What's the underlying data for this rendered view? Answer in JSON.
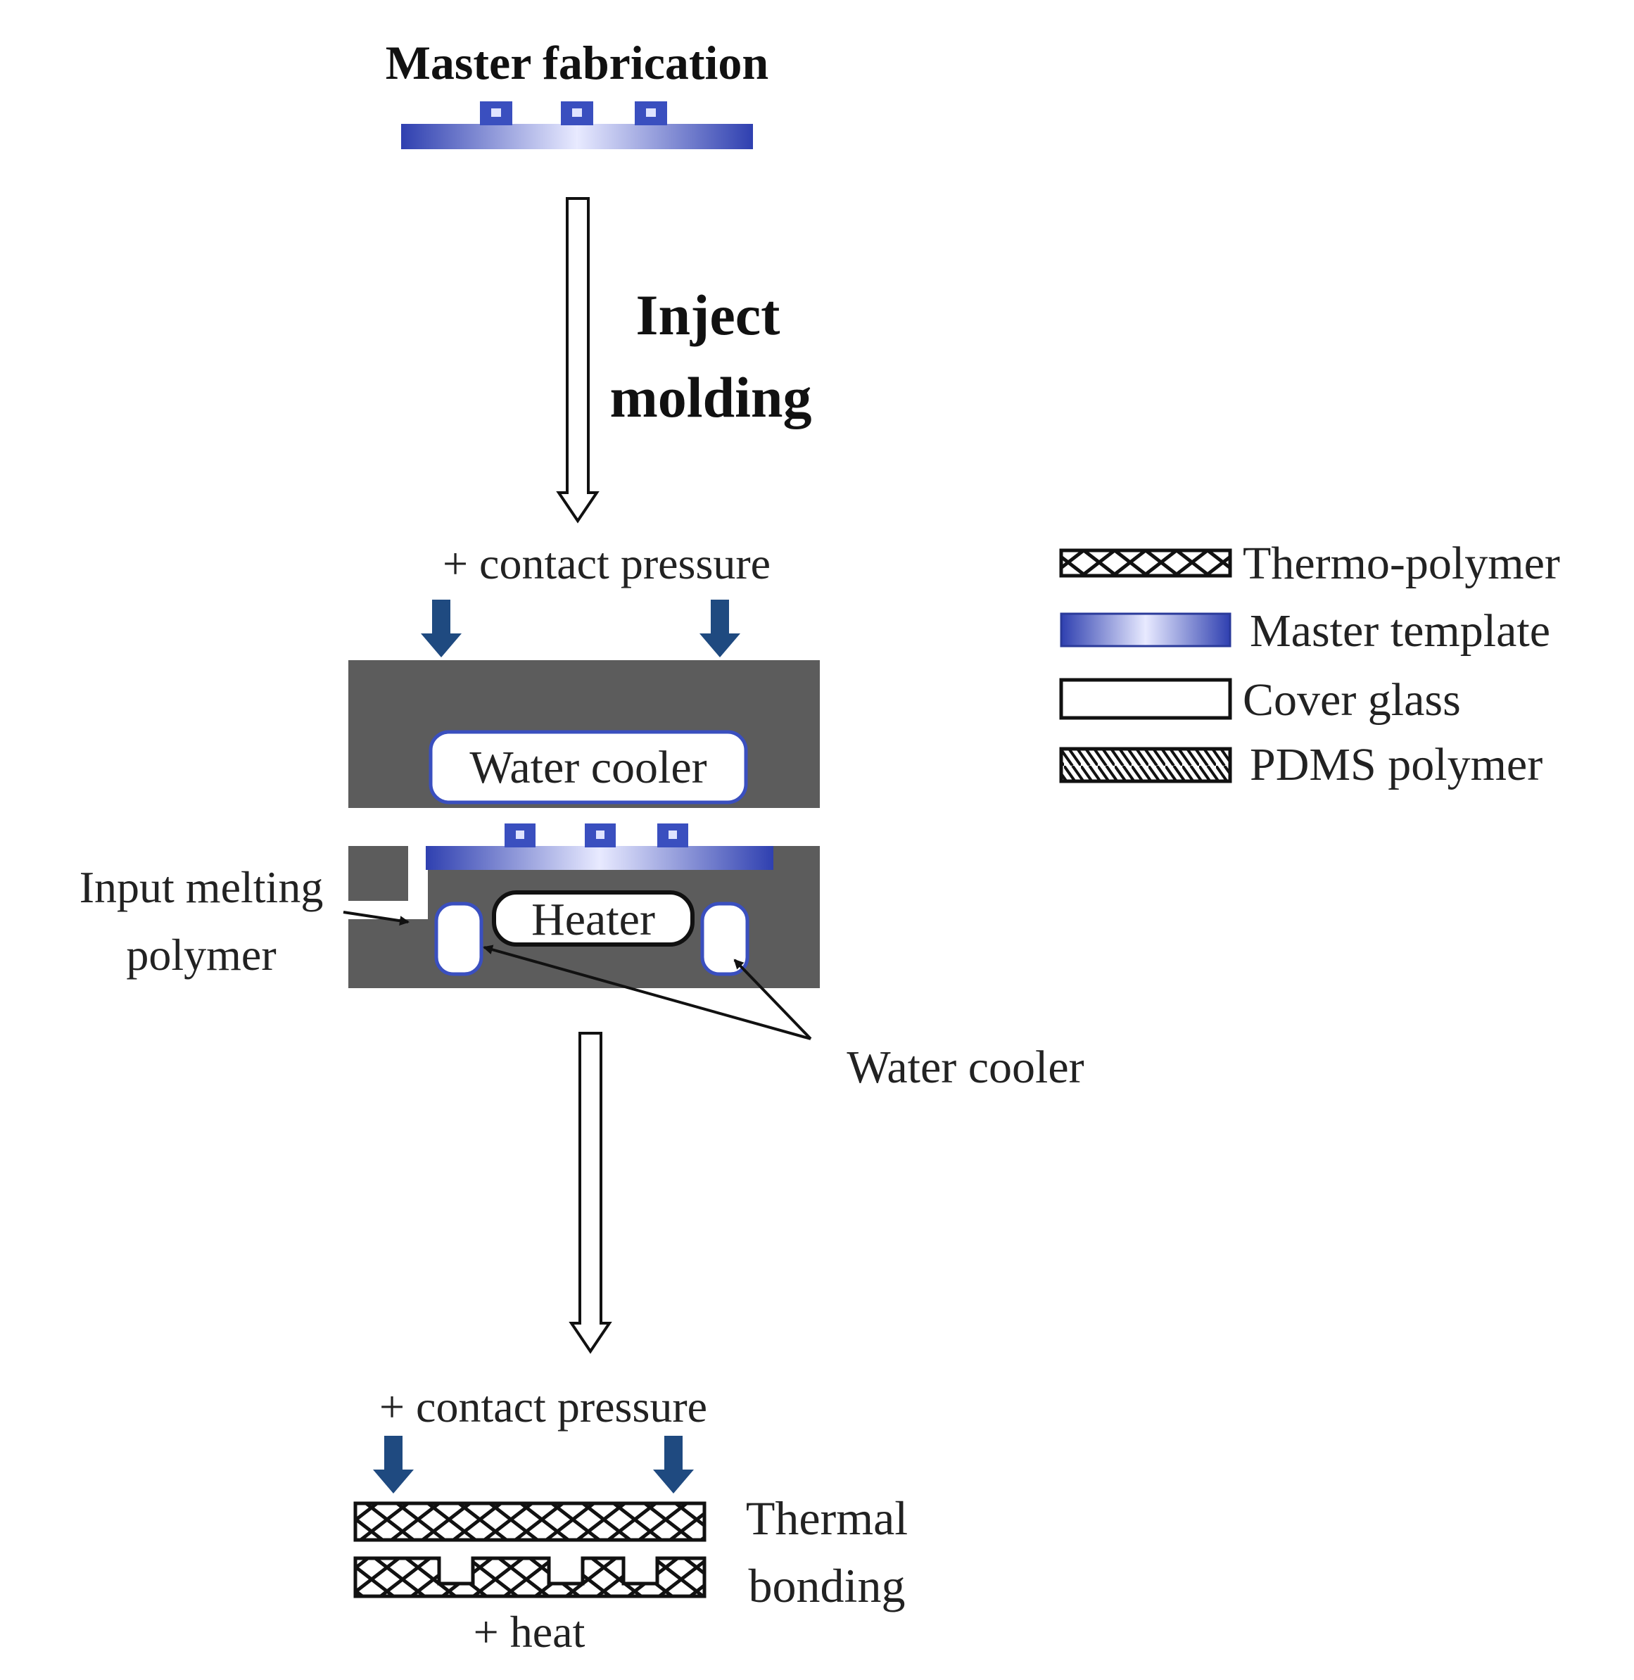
{
  "title": "Master fabrication",
  "step_label_1": "Inject",
  "step_label_2": "molding",
  "pressure_label_1": "+ contact pressure",
  "pressure_label_2": "+ contact pressure",
  "mold": {
    "upper_cooler": "Water cooler",
    "heater": "Heater",
    "input_1": "Input melting",
    "input_2": "polymer",
    "side_cooler": "Water cooler"
  },
  "bonding": {
    "label_1": "Thermal",
    "label_2": "bonding",
    "heat": "+ heat"
  },
  "legend": [
    {
      "label": "Thermo-polymer",
      "icon": "crosshatch-swatch-icon"
    },
    {
      "label": "Master template",
      "icon": "gradient-blue-swatch-icon"
    },
    {
      "label": "Cover glass",
      "icon": "white-swatch-icon"
    },
    {
      "label": "PDMS polymer",
      "icon": "diagonal-hatch-swatch-icon"
    }
  ],
  "colors": {
    "mold_gray": "#5c5c5c",
    "template_blue": "#3a4fbf",
    "pressure_arrow": "#1f4a80",
    "text": "#222222"
  }
}
